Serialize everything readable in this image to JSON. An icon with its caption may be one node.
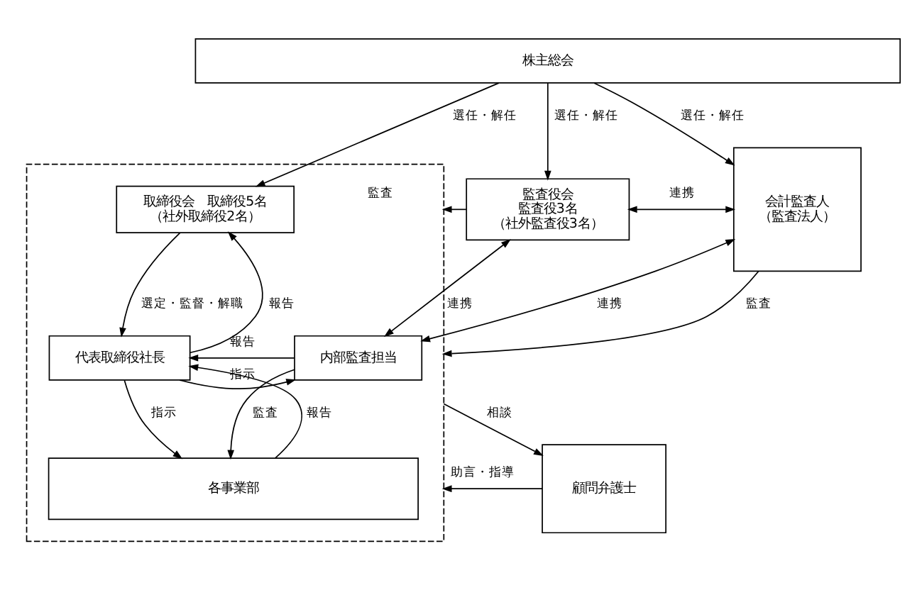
{
  "diagram": {
    "nodes": [
      {
        "text": [
          "株主総会"
        ]
      },
      {
        "text": [],
        "shape": "box"
      },
      {
        "text": [
          "取締役会　取締役5名",
          "（社外取締役2名）"
        ],
        "in": 1
      },
      {
        "text": [
          "監査役会",
          "監査役3名",
          "（社外監査役3名）"
        ]
      },
      {
        "text": [
          "会計監査人",
          "（監査法人）"
        ]
      },
      {
        "text": [
          "代表取締役社長"
        ],
        "in": 1
      },
      {
        "text": [
          "内部監査担当"
        ],
        "in": 1
      },
      {
        "text": [
          "各事業部"
        ],
        "in": 1
      },
      {
        "text": [
          "顧問弁護士"
        ]
      }
    ],
    "edges": [
      {
        "from": 0,
        "to": 2,
        "arrow": "to",
        "label": "選任・解任"
      },
      {
        "from": 0,
        "to": 3,
        "arrow": "to",
        "label": "選任・解任"
      },
      {
        "from": 0,
        "to": 4,
        "arrow": "to",
        "label": "選任・解任"
      },
      {
        "from": 3,
        "to": 1,
        "arrow": "to",
        "label": "監査"
      },
      {
        "from": 3,
        "to": 4,
        "arrow": "both",
        "label": "連携"
      },
      {
        "from": 5,
        "to": 2,
        "arrow": "to",
        "label": "報告"
      },
      {
        "from": 2,
        "to": 5,
        "arrow": "to",
        "label": "選定・監督・解職"
      },
      {
        "from": 3,
        "to": 6,
        "arrow": "both",
        "label": "連携"
      },
      {
        "from": 4,
        "to": 1,
        "arrow": "to",
        "label": "監査"
      },
      {
        "from": 6,
        "to": 5,
        "arrow": "to",
        "label": "報告"
      },
      {
        "from": 5,
        "to": 6,
        "arrow": "to",
        "label": "指示"
      },
      {
        "from": 6,
        "to": 4,
        "arrow": "both",
        "label": "連携"
      },
      {
        "from": 7,
        "to": 5,
        "arrow": "to",
        "label": "報告"
      },
      {
        "from": 5,
        "to": 7,
        "arrow": "to",
        "label": "指示"
      },
      {
        "from": 6,
        "to": 7,
        "arrow": "to",
        "label": "監査"
      },
      {
        "from": 8,
        "to": 1,
        "arrow": "to",
        "label": "助言・指導"
      },
      {
        "from": 1,
        "to": 8,
        "arrow": "to",
        "label": "相談"
      }
    ]
  }
}
